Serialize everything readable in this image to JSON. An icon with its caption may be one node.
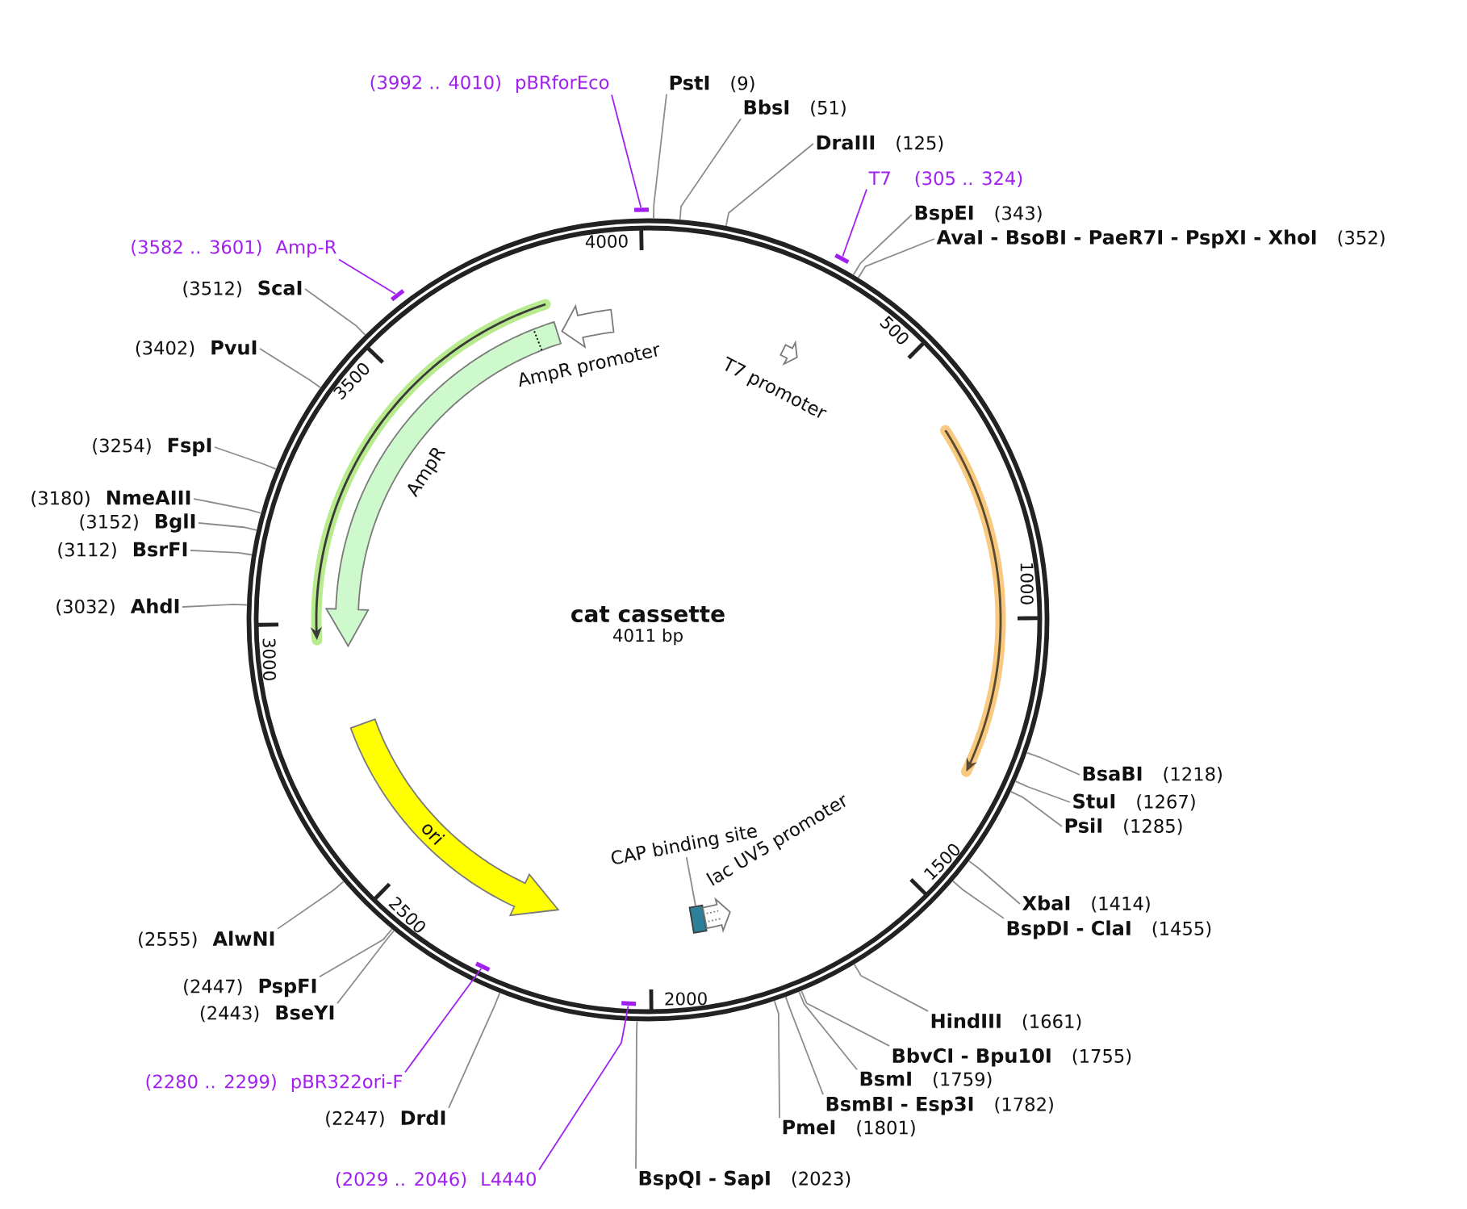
{
  "diagram": {
    "nodes": [
      {
        "text": [
          "cat cassette",
          "4011 bp"
        ]
      },
      {
        "text": [
          "AmpR"
        ],
        "in": 0
      },
      {
        "text": [
          "AmpR promoter"
        ],
        "in": 0
      },
      {
        "text": [
          "T7 promoter"
        ],
        "in": 0
      },
      {
        "text": [
          "ori"
        ],
        "in": 0
      },
      {
        "text": [
          "CAP binding site"
        ],
        "in": 0
      },
      {
        "text": [],
        "shape": "box",
        "in": 0
      },
      {
        "text": [
          "lac UV5 promoter"
        ],
        "in": 0
      },
      {
        "text": [
          "(3992 .. 4010)",
          "pBRforEco"
        ]
      },
      {
        "text": [],
        "shape": "bar"
      },
      {
        "text": [
          "T7",
          "(305 .. 324)"
        ]
      },
      {
        "text": [],
        "shape": "bar"
      },
      {
        "text": [
          "(3582 .. 3601)",
          "Amp-R"
        ]
      },
      {
        "text": [],
        "shape": "bar"
      },
      {
        "text": [
          "(2280 .. 2299)",
          "pBR322ori-F"
        ]
      },
      {
        "text": [],
        "shape": "bar",
        "in": 0
      },
      {
        "text": [
          "(2029 .. 2046)",
          "L4440"
        ]
      },
      {
        "text": [],
        "shape": "bar",
        "in": 0
      },
      {
        "text": [
          "PstI",
          "(9)"
        ]
      },
      {
        "text": [
          "BbsI",
          "(51)"
        ]
      },
      {
        "text": [
          "DraIII",
          "(125)"
        ]
      },
      {
        "text": [
          "BspEI",
          "(343)"
        ]
      },
      {
        "text": [
          "AvaI - BsoBI - PaeR7I - PspXI - XhoI",
          "(352)"
        ]
      },
      {
        "text": [
          "BsaBI",
          "(1218)"
        ]
      },
      {
        "text": [
          "StuI",
          "(1267)"
        ]
      },
      {
        "text": [
          "PsiI",
          "(1285)"
        ]
      },
      {
        "text": [
          "XbaI",
          "(1414)"
        ]
      },
      {
        "text": [
          "BspDI - ClaI",
          "(1455)"
        ]
      },
      {
        "text": [
          "HindIII",
          "(1661)"
        ]
      },
      {
        "text": [
          "BbvCI - Bpu10I",
          "(1755)"
        ]
      },
      {
        "text": [
          "BsmI",
          "(1759)"
        ]
      },
      {
        "text": [
          "BsmBI - Esp3I",
          "(1782)"
        ]
      },
      {
        "text": [
          "PmeI",
          "(1801)"
        ]
      },
      {
        "text": [
          "BspQI - SapI",
          "(2023)"
        ]
      },
      {
        "text": [
          "(2247)",
          "DrdI"
        ]
      },
      {
        "text": [
          "(2443)",
          "BseYI"
        ]
      },
      {
        "text": [
          "(2447)",
          "PspFI"
        ]
      },
      {
        "text": [
          "(2555)",
          "AlwNI"
        ]
      },
      {
        "text": [
          "(3032)",
          "AhdI"
        ]
      },
      {
        "text": [
          "(3112)",
          "BsrFI"
        ]
      },
      {
        "text": [
          "(3152)",
          "BglI"
        ]
      },
      {
        "text": [
          "(3180)",
          "NmeAIII"
        ]
      },
      {
        "text": [
          "(3254)",
          "FspI"
        ]
      },
      {
        "text": [
          "(3402)",
          "PvuI"
        ]
      },
      {
        "text": [
          "(3512)",
          "ScaI"
        ]
      }
    ],
    "edges": [
      {
        "from": 18,
        "to": 0,
        "arrow": "none"
      },
      {
        "from": 19,
        "to": 0,
        "arrow": "none"
      },
      {
        "from": 20,
        "to": 0,
        "arrow": "none"
      },
      {
        "from": 21,
        "to": 0,
        "arrow": "none"
      },
      {
        "from": 22,
        "to": 0,
        "arrow": "none"
      },
      {
        "from": 23,
        "to": 0,
        "arrow": "none"
      },
      {
        "from": 24,
        "to": 0,
        "arrow": "none"
      },
      {
        "from": 25,
        "to": 0,
        "arrow": "none"
      },
      {
        "from": 26,
        "to": 0,
        "arrow": "none"
      },
      {
        "from": 27,
        "to": 0,
        "arrow": "none"
      },
      {
        "from": 28,
        "to": 0,
        "arrow": "none"
      },
      {
        "from": 29,
        "to": 0,
        "arrow": "none"
      },
      {
        "from": 30,
        "to": 0,
        "arrow": "none"
      },
      {
        "from": 31,
        "to": 0,
        "arrow": "none"
      },
      {
        "from": 32,
        "to": 0,
        "arrow": "none"
      },
      {
        "from": 33,
        "to": 0,
        "arrow": "none"
      },
      {
        "from": 34,
        "to": 0,
        "arrow": "none"
      },
      {
        "from": 35,
        "to": 0,
        "arrow": "none"
      },
      {
        "from": 36,
        "to": 0,
        "arrow": "none"
      },
      {
        "from": 37,
        "to": 0,
        "arrow": "none"
      },
      {
        "from": 38,
        "to": 0,
        "arrow": "none"
      },
      {
        "from": 39,
        "to": 0,
        "arrow": "none"
      },
      {
        "from": 40,
        "to": 0,
        "arrow": "none"
      },
      {
        "from": 41,
        "to": 0,
        "arrow": "none"
      },
      {
        "from": 42,
        "to": 0,
        "arrow": "none"
      },
      {
        "from": 43,
        "to": 0,
        "arrow": "none"
      },
      {
        "from": 44,
        "to": 0,
        "arrow": "none"
      },
      {
        "from": 8,
        "to": 9,
        "arrow": "none",
        "color": "#a020f0"
      },
      {
        "from": 10,
        "to": 11,
        "arrow": "none",
        "color": "#a020f0"
      },
      {
        "from": 12,
        "to": 13,
        "arrow": "none",
        "color": "#a020f0"
      },
      {
        "from": 14,
        "to": 15,
        "arrow": "none",
        "color": "#a020f0"
      },
      {
        "from": 16,
        "to": 17,
        "arrow": "none",
        "color": "#a020f0"
      },
      {
        "from": 5,
        "to": 6,
        "arrow": "none"
      }
    ],
    "labels": [
      "4000",
      "500",
      "1000",
      "1500",
      "2000",
      "2500",
      "3000",
      "3500"
    ]
  }
}
